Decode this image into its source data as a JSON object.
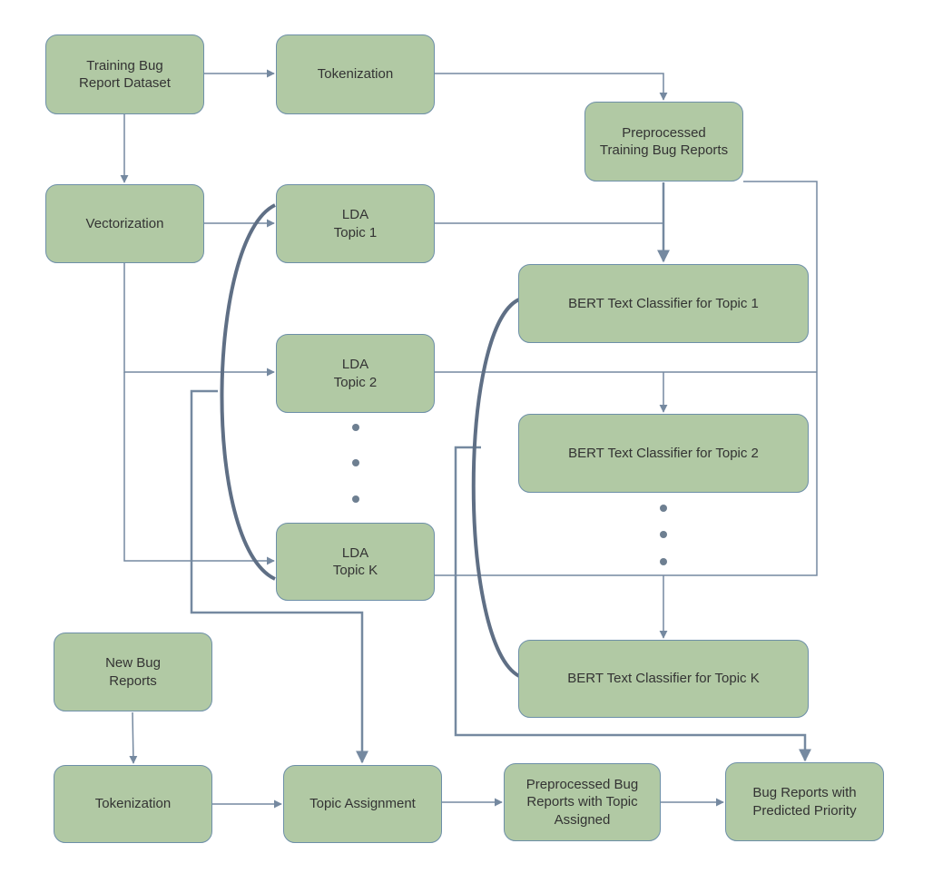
{
  "diagram": {
    "nodes": {
      "training_dataset": {
        "label": "Training Bug\nReport Dataset"
      },
      "tokenization_top": {
        "label": "Tokenization"
      },
      "preprocessed_training": {
        "label": "Preprocessed\nTraining Bug Reports"
      },
      "vectorization": {
        "label": "Vectorization"
      },
      "lda_topic_1": {
        "label": "LDA\nTopic 1"
      },
      "lda_topic_2": {
        "label": "LDA\nTopic 2"
      },
      "lda_topic_k": {
        "label": "LDA\nTopic K"
      },
      "bert_topic_1": {
        "label": "BERT Text Classifier for Topic 1"
      },
      "bert_topic_2": {
        "label": "BERT Text Classifier for Topic 2"
      },
      "bert_topic_k": {
        "label": "BERT Text Classifier for Topic K"
      },
      "new_bug_reports": {
        "label": "New Bug\nReports"
      },
      "tokenization_bottom": {
        "label": "Tokenization"
      },
      "topic_assignment": {
        "label": "Topic Assignment"
      },
      "preprocessed_assigned": {
        "label": "Preprocessed Bug\nReports with Topic\nAssigned"
      },
      "predicted_priority": {
        "label": "Bug Reports with\nPredicted Priority"
      }
    },
    "colors": {
      "node_fill": "#b1c9a4",
      "node_border": "#6d8fa8",
      "edge": "#7589a0",
      "bracket": "#5f6f85"
    }
  }
}
